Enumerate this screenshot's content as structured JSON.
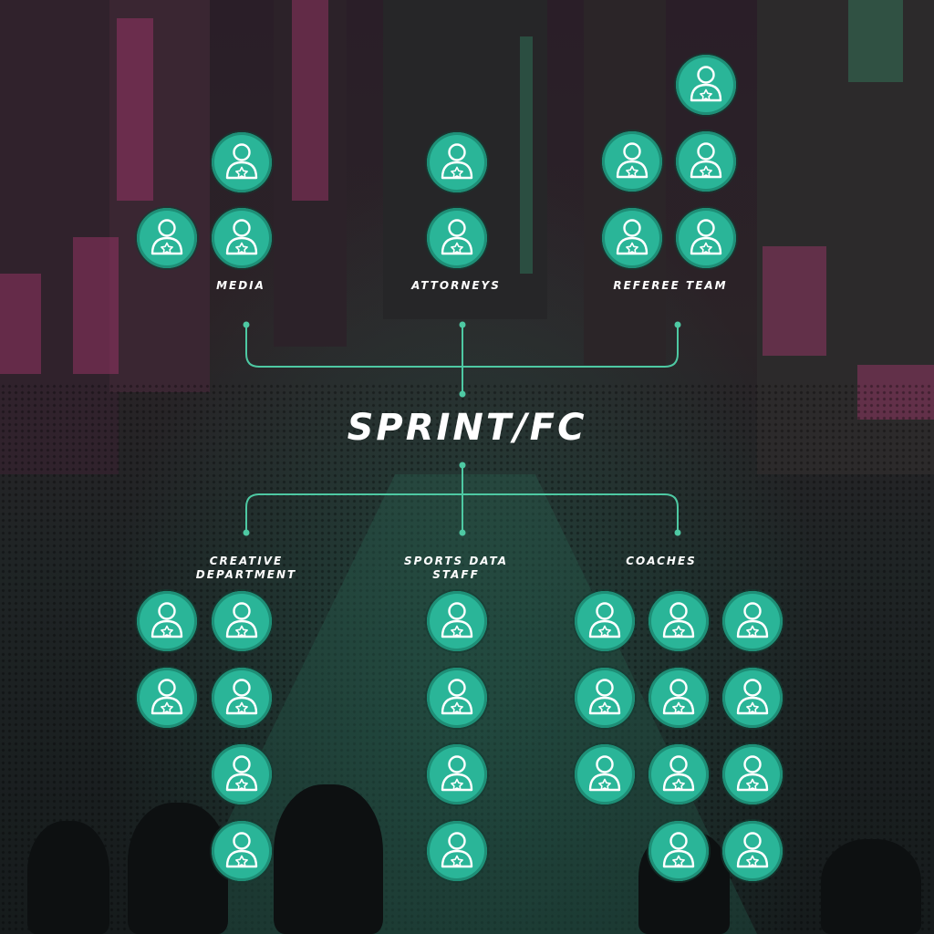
{
  "title": "SPRINT/FC",
  "colors": {
    "node_fill": "#2ab598",
    "node_ring": "#1e8f77",
    "connector": "#4ec9a3",
    "text": "#ffffff"
  },
  "icon": "user-badge-icon",
  "groups": [
    {
      "key": "media",
      "label": "MEDIA",
      "members": 3
    },
    {
      "key": "attorneys",
      "label": "ATTORNEYS",
      "members": 2
    },
    {
      "key": "referee-team",
      "label": "REFEREE TEAM",
      "members": 5
    },
    {
      "key": "creative-department",
      "label": "CREATIVE DEPARTMENT",
      "members": 6
    },
    {
      "key": "sports-data-staff",
      "label": "SPORTS DATA STAFF",
      "members": 4
    },
    {
      "key": "coaches",
      "label": "COACHES",
      "members": 11
    }
  ]
}
